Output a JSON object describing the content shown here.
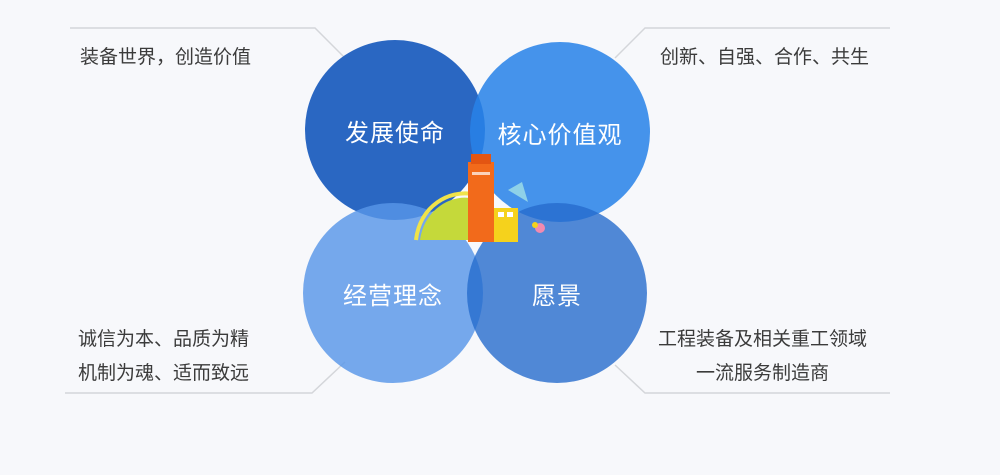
{
  "diagram": {
    "circles": {
      "mission": "发展使命",
      "values": "核心价值观",
      "philosophy": "经营理念",
      "vision": "愿景"
    },
    "descriptions": {
      "mission": "装备世界，创造价值",
      "values": "创新、自强、合作、共生",
      "philosophy_line1": "诚信为本、品质为精",
      "philosophy_line2": "机制为魂、适而致远",
      "vision_line1": "工程装备及相关重工领域",
      "vision_line2": "一流服务制造商"
    },
    "icon": "factory-icon",
    "colors": {
      "circle_dark": "#2362c0",
      "circle_blue": "#2882e8",
      "circle_light": "#5896e8",
      "chimney": "#f26a1b",
      "building": "#f5d21c",
      "dome": "#c5d93a",
      "flag": "#8ed1e8"
    }
  }
}
